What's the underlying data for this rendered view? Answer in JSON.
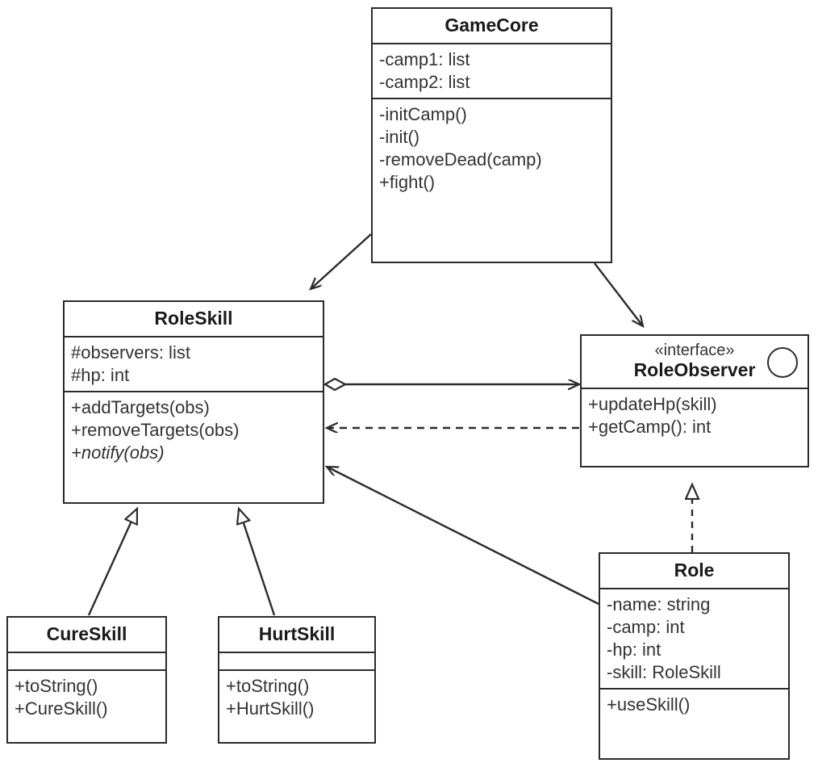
{
  "diagram": {
    "kind": "uml-class-diagram",
    "colors": {
      "stroke": "#2b2b2b",
      "text": "#333333",
      "title_text": "#1a1a1a",
      "background": "#ffffff"
    },
    "classes": [
      {
        "id": "gamecore",
        "name": "GameCore",
        "stereotype": "",
        "attributes": [
          "-camp1: list",
          "-camp2: list"
        ],
        "methods": [
          "-initCamp()",
          "-init()",
          "-removeDead(camp)",
          "+fight()"
        ],
        "abstract_methods": []
      },
      {
        "id": "roleskill",
        "name": "RoleSkill",
        "stereotype": "",
        "attributes": [
          "#observers: list",
          "#hp: int"
        ],
        "methods": [
          "+addTargets(obs)",
          "+removeTargets(obs)",
          "+notify(obs)"
        ],
        "abstract_methods": [
          "+notify(obs)"
        ]
      },
      {
        "id": "roleobserver",
        "name": "RoleObserver",
        "stereotype": "«interface»",
        "attributes": [],
        "methods": [
          "+updateHp(skill)",
          "+getCamp(): int"
        ],
        "abstract_methods": []
      },
      {
        "id": "role",
        "name": "Role",
        "stereotype": "",
        "attributes": [
          "-name: string",
          "-camp: int",
          "-hp: int",
          "-skill: RoleSkill"
        ],
        "methods": [
          "+useSkill()"
        ],
        "abstract_methods": []
      },
      {
        "id": "cureskill",
        "name": "CureSkill",
        "stereotype": "",
        "attributes": [],
        "methods": [
          "+toString()",
          "+CureSkill()"
        ],
        "abstract_methods": []
      },
      {
        "id": "hurtskill",
        "name": "HurtSkill",
        "stereotype": "",
        "attributes": [],
        "methods": [
          "+toString()",
          "+HurtSkill()"
        ],
        "abstract_methods": []
      }
    ],
    "relationships": [
      {
        "id": "gamecore-to-roleskill",
        "from": "GameCore",
        "to": "RoleSkill",
        "type": "association",
        "line": "solid",
        "source_marker": "none",
        "target_marker": "open-arrow"
      },
      {
        "id": "gamecore-to-roleobserver",
        "from": "GameCore",
        "to": "RoleObserver",
        "type": "association",
        "line": "solid",
        "source_marker": "none",
        "target_marker": "open-arrow"
      },
      {
        "id": "roleskill-to-roleobserver",
        "from": "RoleSkill",
        "to": "RoleObserver",
        "type": "aggregation",
        "line": "solid",
        "source_marker": "hollow-diamond",
        "target_marker": "open-arrow"
      },
      {
        "id": "roleobserver-to-roleskill",
        "from": "RoleObserver",
        "to": "RoleSkill",
        "type": "dependency",
        "line": "dashed",
        "source_marker": "none",
        "target_marker": "open-arrow"
      },
      {
        "id": "cureskill-to-roleskill",
        "from": "CureSkill",
        "to": "RoleSkill",
        "type": "generalization",
        "line": "solid",
        "source_marker": "none",
        "target_marker": "hollow-triangle"
      },
      {
        "id": "hurtskill-to-roleskill",
        "from": "HurtSkill",
        "to": "RoleSkill",
        "type": "generalization",
        "line": "solid",
        "source_marker": "none",
        "target_marker": "hollow-triangle"
      },
      {
        "id": "role-to-roleobserver",
        "from": "Role",
        "to": "RoleObserver",
        "type": "realization",
        "line": "dashed",
        "source_marker": "none",
        "target_marker": "hollow-triangle"
      },
      {
        "id": "role-to-roleskill",
        "from": "Role",
        "to": "RoleSkill",
        "type": "association",
        "line": "solid",
        "source_marker": "none",
        "target_marker": "open-arrow"
      }
    ]
  }
}
